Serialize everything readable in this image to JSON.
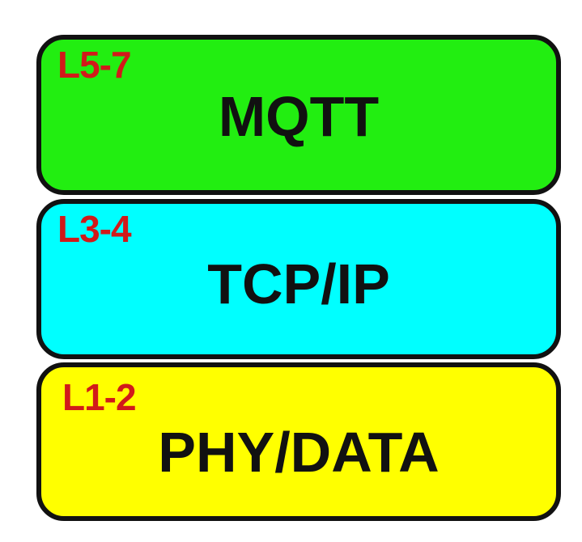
{
  "colors": {
    "border": "#111111",
    "tag_text": "#d11a1a",
    "name_text": "#111111"
  },
  "layers": [
    {
      "tag": "L5-7",
      "name": "MQTT",
      "fill": "#22ee11"
    },
    {
      "tag": "L3-4",
      "name": "TCP/IP",
      "fill": "#00ffff"
    },
    {
      "tag": "L1-2",
      "name": "PHY/DATA",
      "fill": "#ffff00"
    }
  ]
}
